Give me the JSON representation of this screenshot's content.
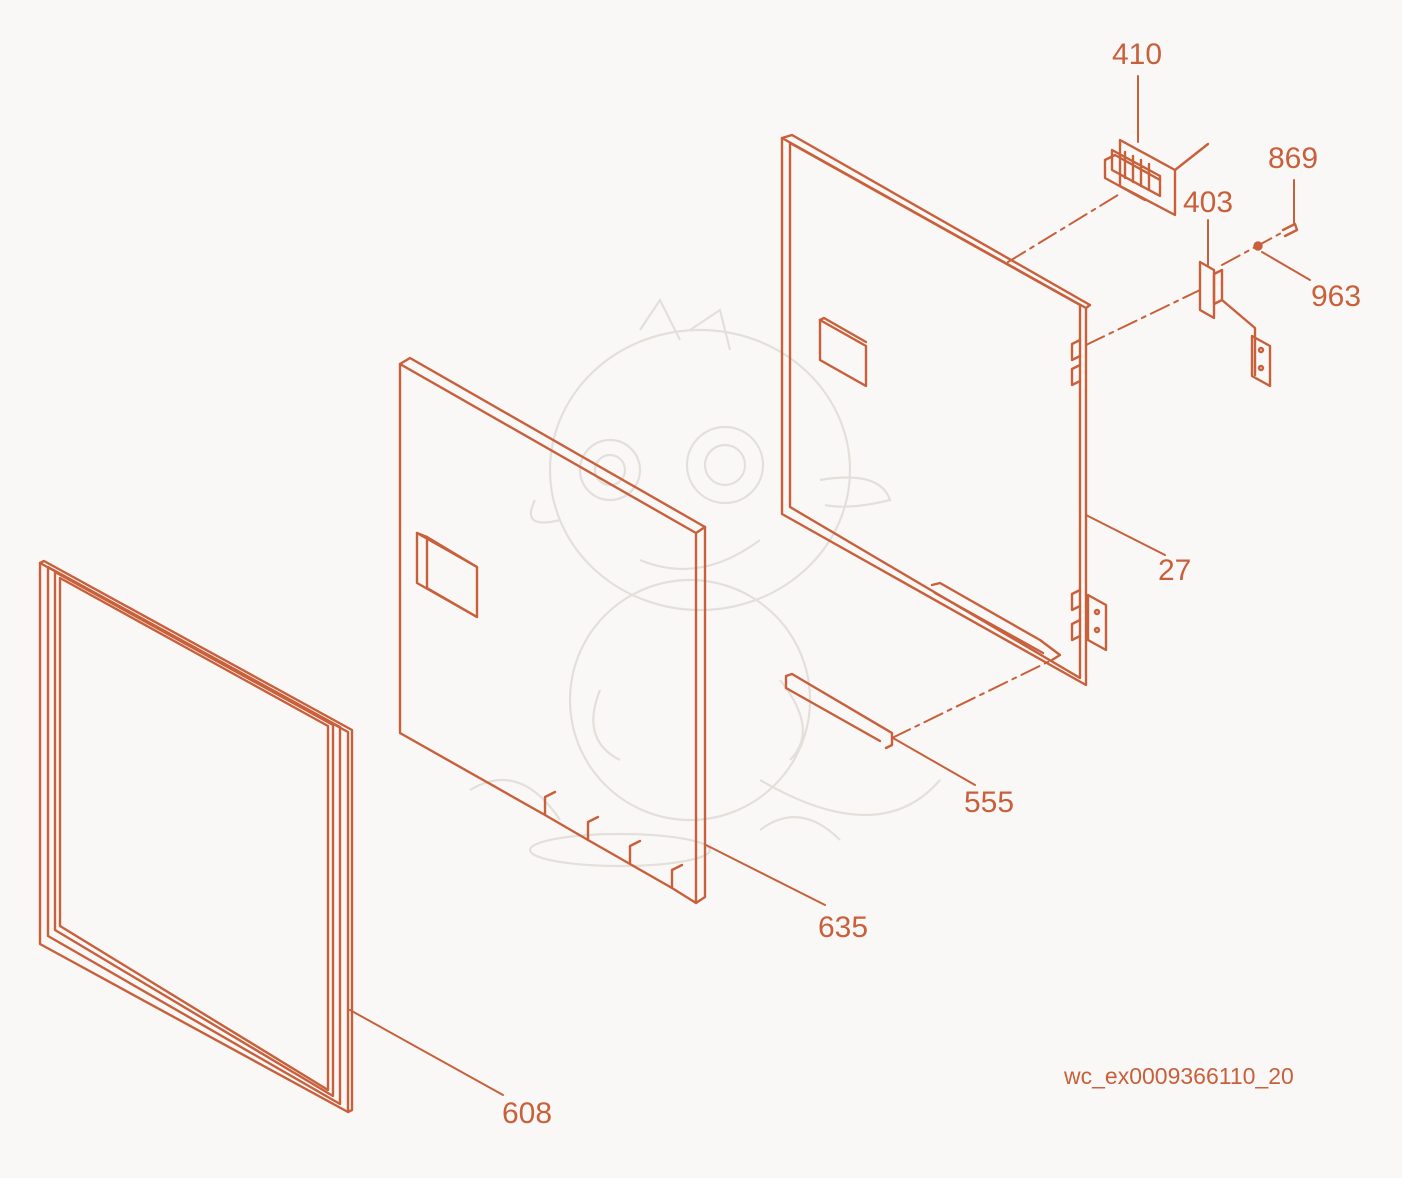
{
  "diagram": {
    "line_color": "#c8603c",
    "watermark_color": "#e4e1dd",
    "background": "#faf8f6",
    "watermark_icon": "baby-dragon-icon",
    "parts": [
      {
        "id": "p410",
        "label": "410"
      },
      {
        "id": "p869",
        "label": "869"
      },
      {
        "id": "p403",
        "label": "403"
      },
      {
        "id": "p963",
        "label": "963"
      },
      {
        "id": "p27",
        "label": "27"
      },
      {
        "id": "p555",
        "label": "555"
      },
      {
        "id": "p635",
        "label": "635"
      },
      {
        "id": "p608",
        "label": "608"
      }
    ],
    "drawing_code": "wc_ex0009366110_20"
  }
}
